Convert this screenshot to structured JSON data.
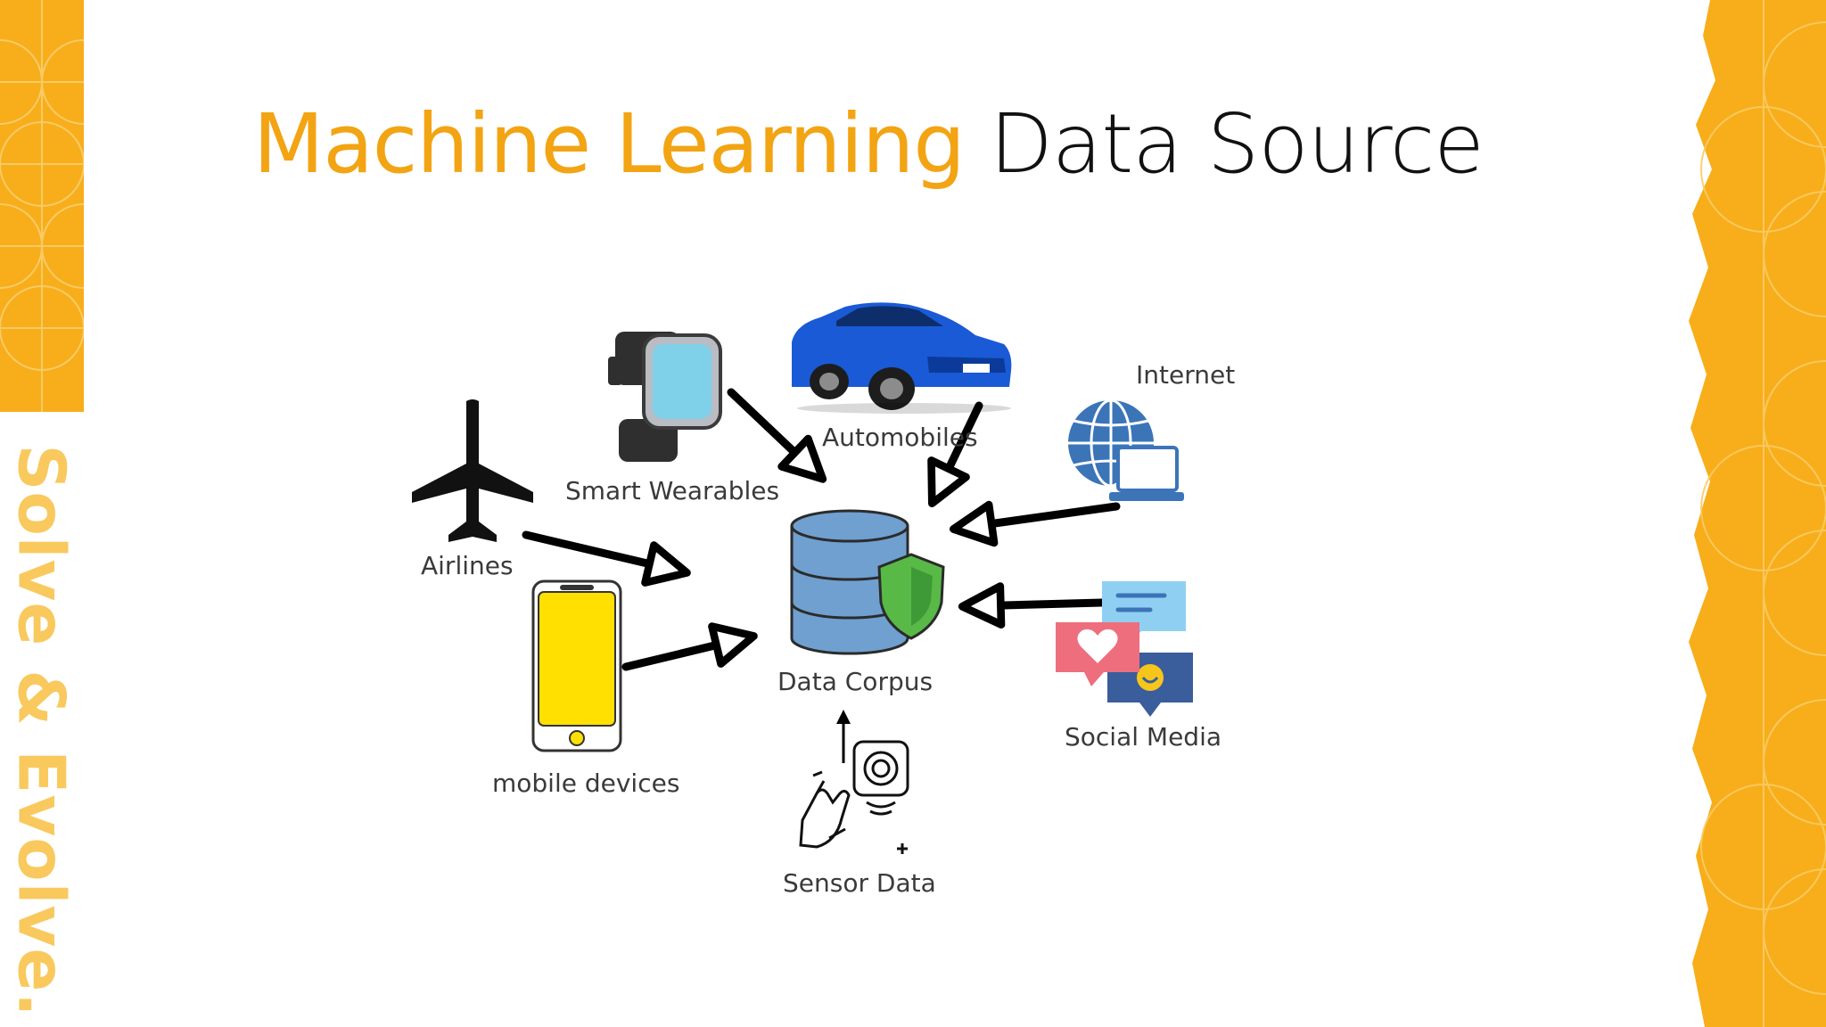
{
  "slide": {
    "title_accent": "Machine Learning",
    "title_rest": "Data Source",
    "side_text": "Solve & Evolve."
  },
  "colors": {
    "accent": "#F2A413",
    "band": "#F7AE1A",
    "database": "#6FA0D0",
    "shield": "#58B947",
    "phone": "#FFE000",
    "car": "#1A5AD6",
    "globe": "#3C74B8"
  },
  "diagram": {
    "center": {
      "label": "Data Corpus",
      "icon": "database-shield-icon"
    },
    "sources": [
      {
        "label": "Airlines",
        "icon": "airplane-icon"
      },
      {
        "label": "Smart Wearables",
        "icon": "smartwatch-icon"
      },
      {
        "label": "Automobiles",
        "icon": "car-icon"
      },
      {
        "label": "Internet",
        "icon": "globe-laptop-icon"
      },
      {
        "label": "Social Media",
        "icon": "chat-bubbles-icon"
      },
      {
        "label": "mobile devices",
        "icon": "smartphone-icon"
      },
      {
        "label": "Sensor Data",
        "icon": "touch-sensor-icon"
      }
    ]
  }
}
